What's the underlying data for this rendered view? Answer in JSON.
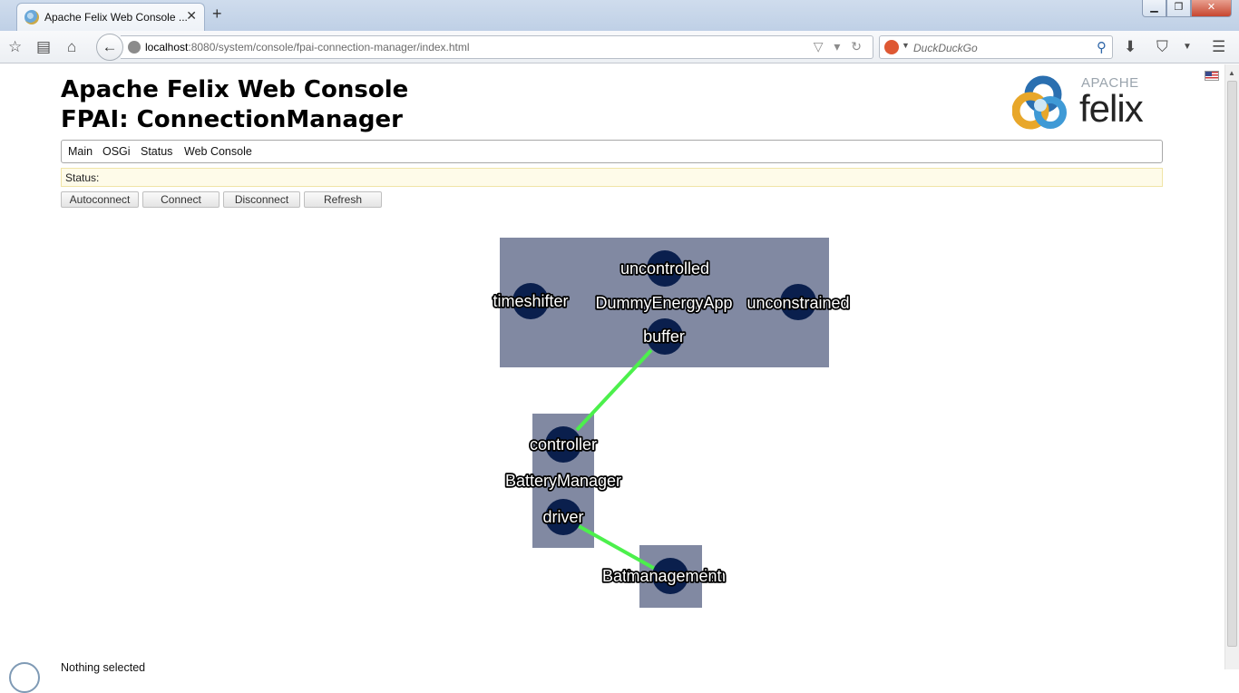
{
  "browser": {
    "tab_title": "Apache Felix Web Console ...",
    "tab_close": "✕",
    "new_tab": "+",
    "window_buttons": {
      "minimize": "▁",
      "maximize": "❐",
      "close": "✕"
    },
    "url_host": "localhost",
    "url_rest": ":8080/system/console/fpai-connection-manager/index.html",
    "url_right_icons": "▽ ▾ ↻",
    "search_placeholder": "DuckDuckGo",
    "icons": [
      "star-icon",
      "reading-list-icon",
      "home-icon",
      "back-arrow-icon",
      "globe-icon",
      "pocket-icon",
      "reload-icon",
      "duckduckgo-icon",
      "search-icon",
      "download-icon",
      "pocket-icon",
      "menu-icon"
    ]
  },
  "header": {
    "title": "Apache Felix Web Console",
    "subtitle": "FPAI: ConnectionManager",
    "logo_apache": "APACHE",
    "logo_felix": "felix"
  },
  "menu": {
    "items": [
      "Main",
      "OSGi",
      "Status",
      "Web Console"
    ]
  },
  "status": {
    "label": "Status:"
  },
  "actions": {
    "autoconnect": "Autoconnect",
    "connect": "Connect",
    "disconnect": "Disconnect",
    "refresh": "Refresh"
  },
  "graph": {
    "nodes": [
      {
        "name": "DummyEnergyApp",
        "endpoints": [
          "uncontrolled",
          "timeshifter",
          "unconstrained",
          "buffer"
        ]
      },
      {
        "name": "BatteryManager",
        "endpoints": [
          "controller",
          "driver"
        ]
      },
      {
        "name": "Batt",
        "endpoints": [
          "management"
        ],
        "overlap_text": "ion"
      }
    ],
    "connections": [
      {
        "from": "buffer",
        "to": "controller"
      },
      {
        "from": "driver",
        "to": "management"
      }
    ],
    "colors": {
      "group_fill": "#8189a2",
      "endpoint_fill": "#0a1f4d",
      "connection": "#4cf04c"
    }
  },
  "footer": {
    "selection": "Nothing selected"
  }
}
